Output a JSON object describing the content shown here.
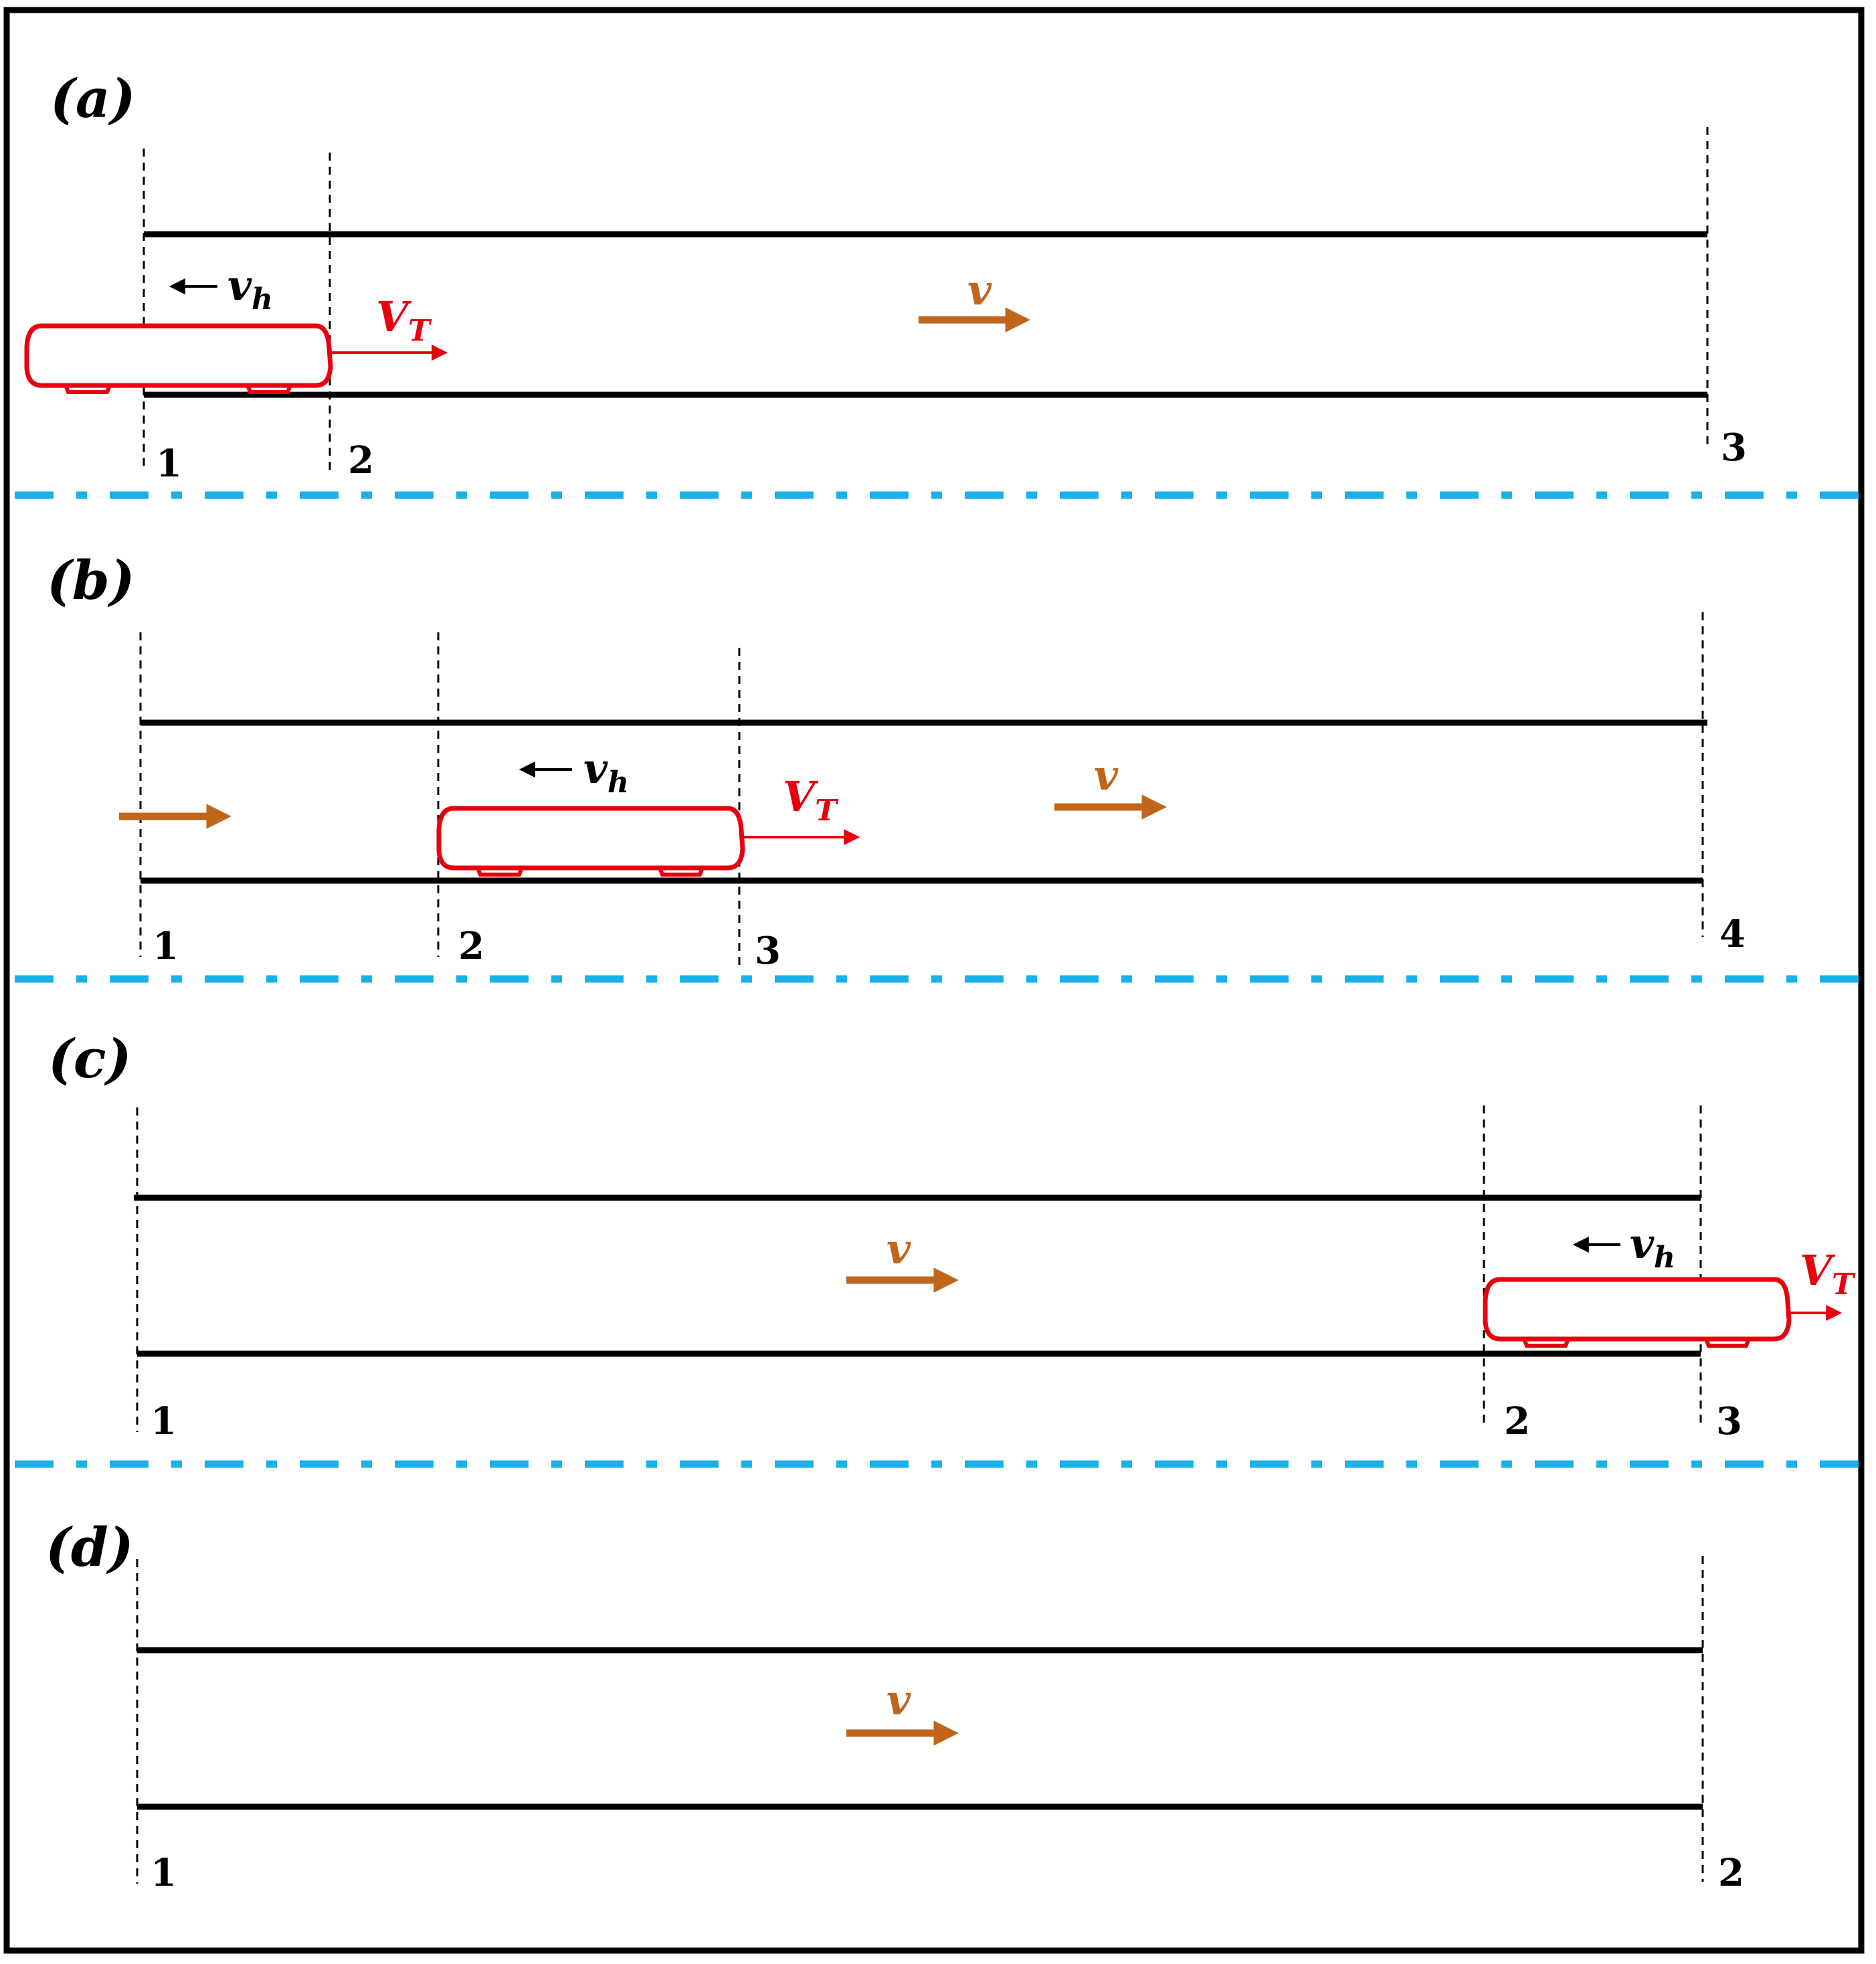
{
  "colors": {
    "frame": "#000000",
    "track": "#000000",
    "separator": "#1ab0e8",
    "flow": "#c0651c",
    "train": "#e8000f",
    "dashed": "#000000"
  },
  "symbols": {
    "flow_velocity": "v",
    "train_velocity": "V",
    "train_velocity_sub": "T",
    "wave_velocity": "v",
    "wave_velocity_sub": "h"
  },
  "panels": [
    {
      "label": "(a)",
      "section_labels": [
        "1",
        "2",
        "3"
      ],
      "has_train": true,
      "has_inlet_arrow": false
    },
    {
      "label": "(b)",
      "section_labels": [
        "1",
        "2",
        "3",
        "4"
      ],
      "has_train": true,
      "has_inlet_arrow": true
    },
    {
      "label": "(c)",
      "section_labels": [
        "1",
        "2",
        "3"
      ],
      "has_train": true,
      "has_inlet_arrow": false
    },
    {
      "label": "(d)",
      "section_labels": [
        "1",
        "2"
      ],
      "has_train": false,
      "has_inlet_arrow": false
    }
  ]
}
